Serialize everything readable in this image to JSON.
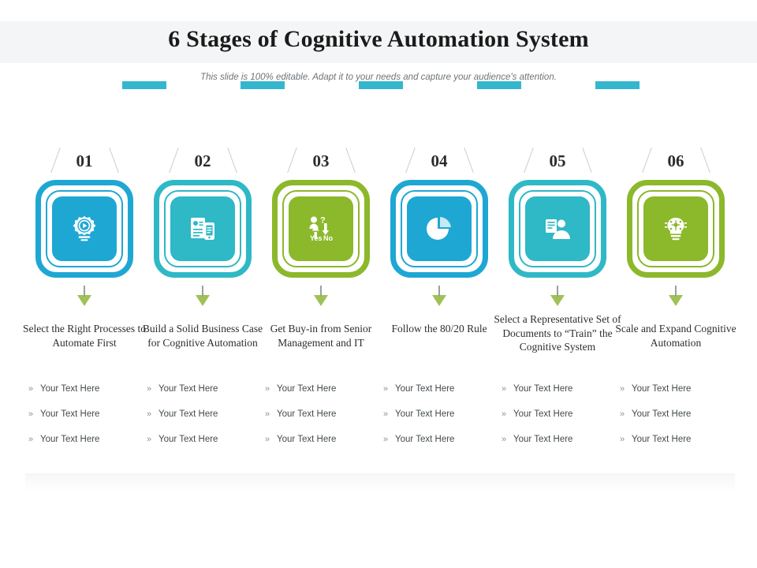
{
  "slide": {
    "title": "6 Stages of Cognitive Automation System",
    "subtitle": "This slide is 100% editable. Adapt it to your needs and capture your audience's attention.",
    "bullet_marker": "»"
  },
  "colors": {
    "blue": "#1fa7d4",
    "teal": "#2fb8c6",
    "green": "#8cb82b",
    "cyan": "#27b6d0",
    "title": "#1b1b1b",
    "subtitle": "#6f7478",
    "band": "#f4f5f6"
  },
  "stages": [
    {
      "number": "01",
      "heading": "Select the Right Processes to Automate First",
      "icon": "gear-play-icon",
      "color": "#1fa7d4",
      "bullets": [
        "Your Text Here",
        "Your Text Here",
        "Your Text Here"
      ]
    },
    {
      "number": "02",
      "heading": "Build a Solid Business Case for Cognitive Automation",
      "icon": "document-mobile-icon",
      "color": "#2fb8c6",
      "bullets": [
        "Your Text Here",
        "Your Text Here",
        "Your Text Here"
      ]
    },
    {
      "number": "03",
      "heading": "Get Buy-in from Senior Management and IT",
      "icon": "decision-arrows-icon",
      "color": "#8cb82b",
      "bullets": [
        "Your Text Here",
        "Your Text Here",
        "Your Text Here"
      ]
    },
    {
      "number": "04",
      "heading": "Follow the 80/20 Rule",
      "icon": "pie-chart-icon",
      "color": "#1fa7d4",
      "bullets": [
        "Your Text Here",
        "Your Text Here",
        "Your Text Here"
      ]
    },
    {
      "number": "05",
      "heading": "Select a Representative Set of Documents to “Train” the Cognitive System",
      "icon": "person-document-icon",
      "color": "#2fb8c6",
      "bullets": [
        "Your Text Here",
        "Your Text Here",
        "Your Text Here"
      ]
    },
    {
      "number": "06",
      "heading": "Scale and Expand Cognitive Automation",
      "icon": "brain-circuit-icon",
      "color": "#8cb82b",
      "bullets": [
        "Your Text Here",
        "Your Text Here",
        "Your Text Here"
      ]
    }
  ]
}
